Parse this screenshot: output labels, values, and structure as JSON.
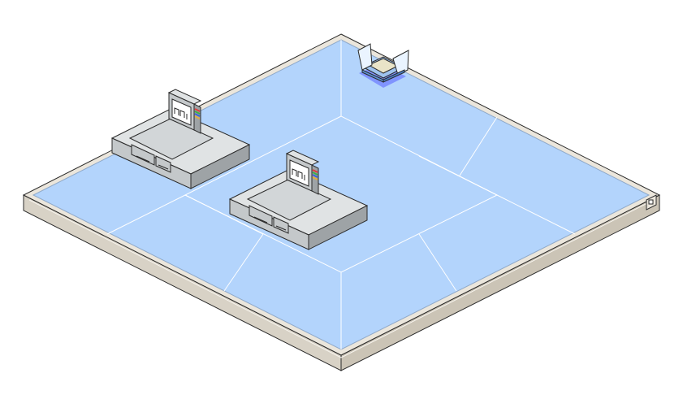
{
  "scene": {
    "colors": {
      "background": "#ffffff",
      "floor_fill": "#b3d4fc",
      "floor_lines": "#ffffff",
      "base_top": "#ebe6dc",
      "base_front": "#d8d2c6",
      "outline": "#2a2a2a",
      "device_light": "#e0e3e4",
      "device_mid": "#c4c8ca",
      "device_dark": "#9ea3a6",
      "monitor_screen": "#ffffff",
      "tray_light": "#eaf4ff",
      "tray_mid": "#9fc3ee",
      "tray_dark": "#5e94d8",
      "tray_glow": "#6f7fff",
      "tray_cushion": "#e9e4c8"
    },
    "devices": [
      {
        "id": "left",
        "type": "console-with-monitor",
        "screen_glyph": "ani"
      },
      {
        "id": "center",
        "type": "console-with-monitor",
        "screen_glyph": "ani"
      }
    ],
    "tray": {
      "type": "blue-tray",
      "icon": "tray-icon"
    },
    "connector": {
      "type": "side-port",
      "icon": "port-icon"
    },
    "monitor_stripe_colors": [
      "#e23c3c",
      "#3cae4a",
      "#3c63d8",
      "#e2b03c"
    ]
  }
}
